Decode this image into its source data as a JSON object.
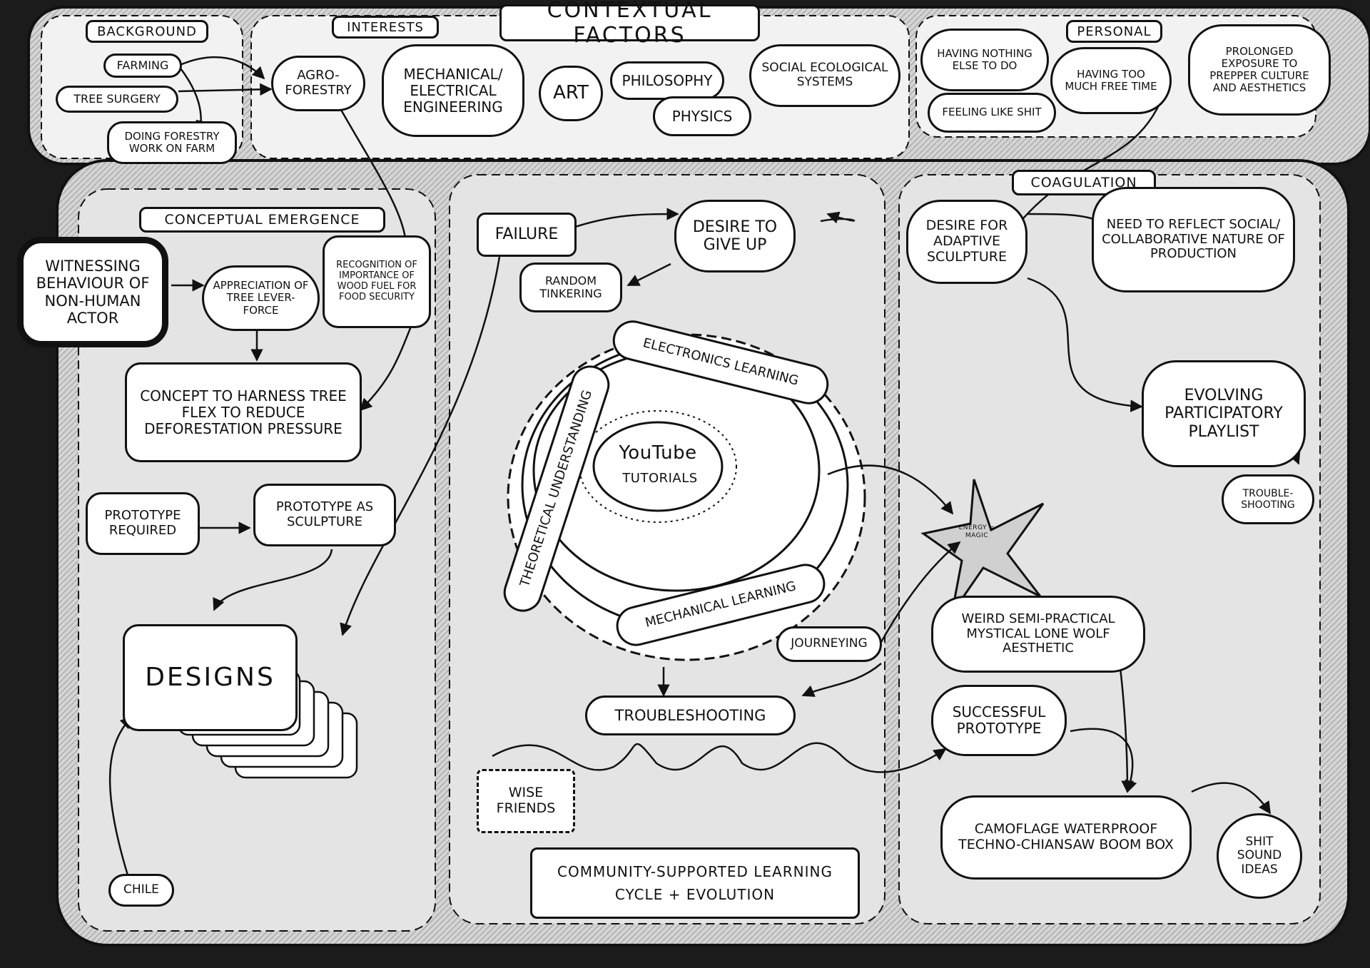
{
  "sections": {
    "contextual_factors": "CONTEXTUAL FACTORS",
    "background": "BACKGROUND",
    "interests": "INTERESTS",
    "personal": "PERSONAL",
    "conceptual_emergence": "CONCEPTUAL EMERGENCE",
    "coagulation": "COAGULATION",
    "community_learning": "COMMUNITY-SUPPORTED LEARNING CYCLE + EVOLUTION"
  },
  "nodes": {
    "farming": "FARMING",
    "tree_surgery": "TREE SURGERY",
    "doing_forestry": "DOING FORESTRY WORK ON FARM",
    "agro_forestry": "AGRO-FORESTRY",
    "mech_elec_eng": "MECHANICAL/ ELECTRICAL ENGINEERING",
    "art": "ART",
    "philosophy": "PHILOSOPHY",
    "physics": "PHYSICS",
    "social_ecological": "SOCIAL ECOLOGICAL SYSTEMS",
    "having_nothing": "HAVING NOTHING ELSE TO DO",
    "having_too_much": "HAVING TOO MUCH FREE TIME",
    "feeling_like": "FEELING LIKE SHIT",
    "prolonged_exposure": "PROLONGED EXPOSURE TO PREPPER CULTURE AND AESTHETICS",
    "witnessing": "WITNESSING BEHAVIOUR OF NON-HUMAN ACTOR",
    "appreciation": "APPRECIATION OF TREE LEVER-FORCE",
    "recognition": "RECOGNITION OF IMPORTANCE OF WOOD FUEL FOR FOOD SECURITY",
    "concept_harness": "CONCEPT TO HARNESS TREE FLEX TO REDUCE DEFORESTATION PRESSURE",
    "prototype_required": "PROTOTYPE REQUIRED",
    "prototype_sculpture": "PROTOTYPE AS SCULPTURE",
    "designs": "DESIGNS",
    "chile": "CHILE",
    "failure": "FAILURE",
    "desire_give_up": "DESIRE TO GIVE UP",
    "random_tinkering": "RANDOM TINKERING",
    "electronics_learning": "ELECTRONICS LEARNING",
    "mechanical_learning": "MECHANICAL LEARNING",
    "theoretical_understanding": "THEORETICAL UNDERSTANDING",
    "youtube": "YouTube",
    "tutorials": "TUTORIALS",
    "troubleshooting": "TROUBLESHOOTING",
    "journeying": "JOURNEYING",
    "wise_friends": "WISE FRIENDS",
    "desire_adaptive": "DESIRE FOR ADAPTIVE SCULPTURE",
    "need_reflect": "NEED TO REFLECT SOCIAL/ COLLABORATIVE NATURE OF PRODUCTION",
    "evolving_playlist": "EVOLVING PARTICIPATORY PLAYLIST",
    "trouble_shooting_small": "TROUBLE-SHOOTING",
    "weird_aesthetic": "WEIRD SEMI-PRACTICAL MYSTICAL LONE WOLF AESTHETIC",
    "successful_prototype": "SUCCESSFUL PROTOTYPE",
    "camoflage": "CAMOFLAGE WATERPROOF TECHNO-CHIANSAW BOOM BOX",
    "shit_sound": "SHIT SOUND IDEAS",
    "energy_magic": "ENERGY = MAGIC"
  },
  "colors": {
    "ink": "#111111",
    "paper": "#ffffff",
    "shade": "#cfcfcf",
    "dark": "#1b1b1b"
  }
}
